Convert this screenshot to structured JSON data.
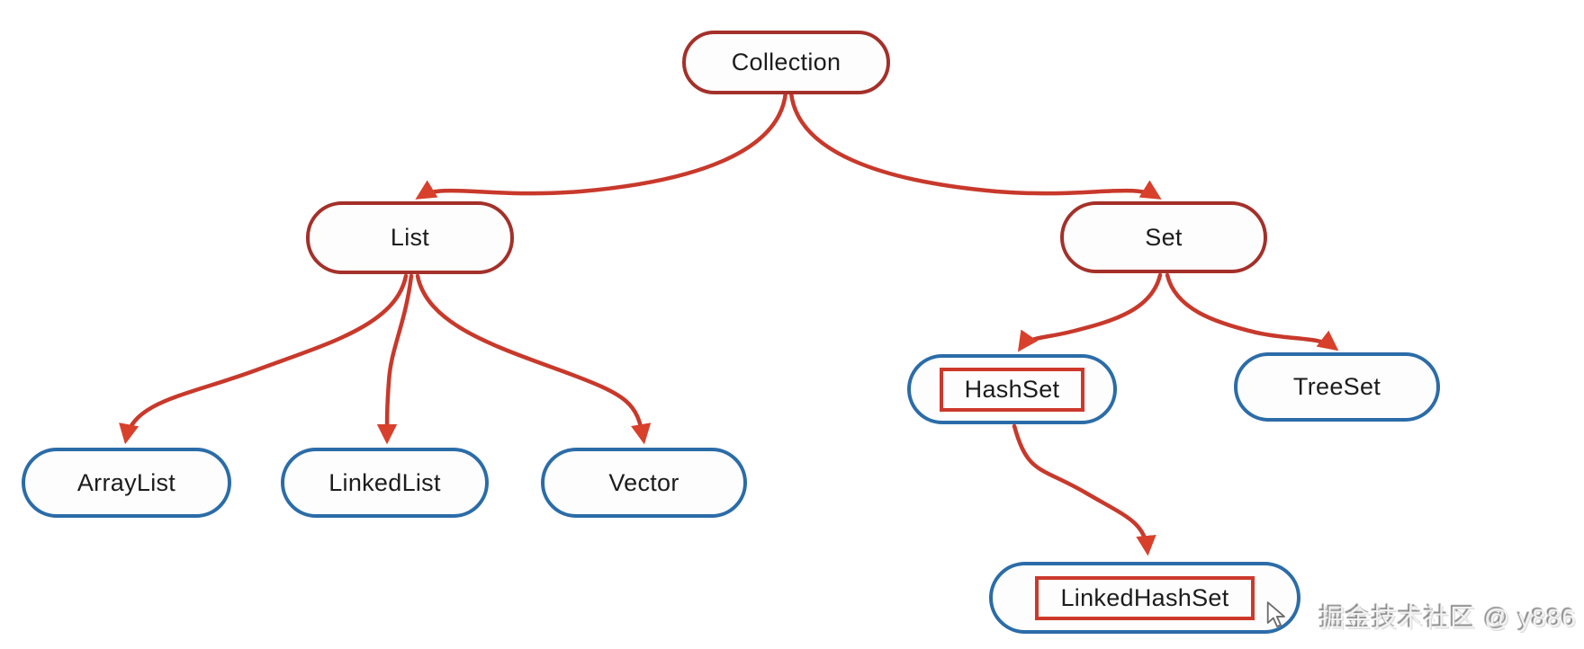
{
  "diagram": {
    "nodes": {
      "collection": {
        "label": "Collection",
        "style": "red-pill"
      },
      "list": {
        "label": "List",
        "style": "red-pill"
      },
      "set": {
        "label": "Set",
        "style": "red-pill"
      },
      "arraylist": {
        "label": "ArrayList",
        "style": "blue-pill"
      },
      "linkedlist": {
        "label": "LinkedList",
        "style": "blue-pill"
      },
      "vector": {
        "label": "Vector",
        "style": "blue-pill"
      },
      "hashset": {
        "label": "HashSet",
        "style": "blue-pill",
        "highlighted": true
      },
      "treeset": {
        "label": "TreeSet",
        "style": "blue-pill"
      },
      "linkedhashset": {
        "label": "LinkedHashSet",
        "style": "blue-pill",
        "highlighted": true
      }
    },
    "edges": [
      {
        "from": "Collection",
        "to": "List"
      },
      {
        "from": "Collection",
        "to": "Set"
      },
      {
        "from": "List",
        "to": "ArrayList"
      },
      {
        "from": "List",
        "to": "LinkedList"
      },
      {
        "from": "List",
        "to": "Vector"
      },
      {
        "from": "Set",
        "to": "HashSet"
      },
      {
        "from": "Set",
        "to": "TreeSet"
      },
      {
        "from": "HashSet",
        "to": "LinkedHashSet"
      }
    ]
  },
  "watermark": {
    "text": "掘金技术社区 @ y886"
  },
  "colors": {
    "red_node_border": "#a4302a",
    "blue_node_border": "#2b6ca8",
    "arrow_stroke": "#c8392b",
    "arrowhead_fill": "#d8402c",
    "highlight_box_border": "#cc392b",
    "node_text": "#1c1c1c",
    "background": "#ffffff"
  }
}
